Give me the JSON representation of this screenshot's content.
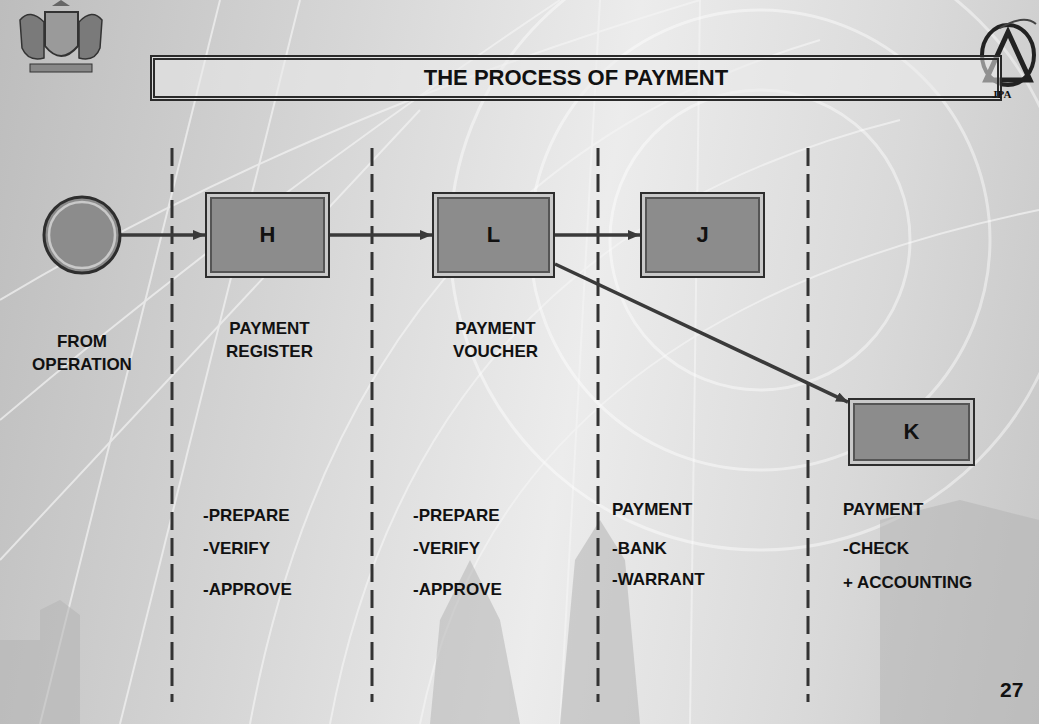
{
  "diagram": {
    "title": "THE PROCESS OF PAYMENT",
    "nodes": [
      {
        "text": [
          "FROM OPERATION"
        ]
      },
      {
        "text": [
          "H",
          "PAYMENT REGISTER"
        ]
      },
      {
        "text": [
          "L",
          "PAYMENT VOUCHER"
        ]
      },
      {
        "text": [
          "J"
        ]
      },
      {
        "text": [
          "K"
        ]
      }
    ],
    "edges": [
      {
        "from": 0,
        "to": 1,
        "arrow": "to"
      },
      {
        "from": 1,
        "to": 2,
        "arrow": "to"
      },
      {
        "from": 2,
        "to": 3,
        "arrow": "to"
      },
      {
        "from": 2,
        "to": 4,
        "arrow": "to"
      }
    ],
    "labels": [
      "-PREPARE",
      "-VERIFY",
      "-APPROVE",
      "-PREPARE",
      "-VERIFY",
      "-APPROVE",
      "PAYMENT",
      "-BANK",
      "-WARRANT",
      "PAYMENT",
      "-CHECK",
      "+ ACCOUNTING",
      "JPA",
      "27"
    ]
  }
}
